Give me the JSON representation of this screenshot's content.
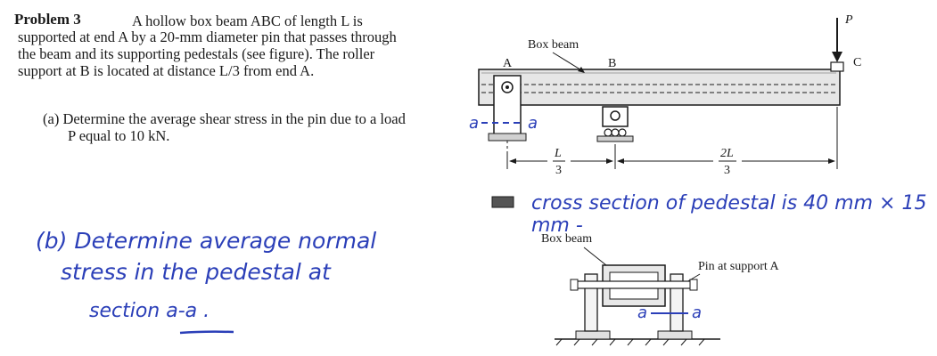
{
  "problem": {
    "title": "Problem 3",
    "line1": "A hollow box beam ABC of length L is",
    "line2": "supported at end A by a 20-mm diameter pin that passes through",
    "line3": "the beam and its supporting pedestals (see figure). The roller",
    "line4": "support at B is located at distance L/3 from end A.",
    "part_a_line1": "(a) Determine the average shear stress in the pin due to a load",
    "part_a_line2": "P equal to 10 kN."
  },
  "handwritten": {
    "part_b_line1": "(b) Determine average normal",
    "part_b_line2": "stress in the pedestal at",
    "part_b_line3": "section a-a .",
    "note": "cross section of pedestal is 40 mm × 15 mm -",
    "section_mark": "a",
    "section_mark_pair": "a - - - a"
  },
  "figure_top": {
    "box_beam_label": "Box beam",
    "label_A": "A",
    "label_B": "B",
    "label_C": "C",
    "label_P": "P",
    "dim_left_num": "L",
    "dim_left_den": "3",
    "dim_right_num": "2L",
    "dim_right_den": "3"
  },
  "figure_bottom": {
    "box_beam_label": "Box beam",
    "pin_label": "Pin at support A",
    "section_label": "a — a"
  },
  "colors": {
    "ink": "#1a1a1a",
    "handwriting": "#2b3fb8",
    "beam_fill": "#e6e6e6"
  }
}
